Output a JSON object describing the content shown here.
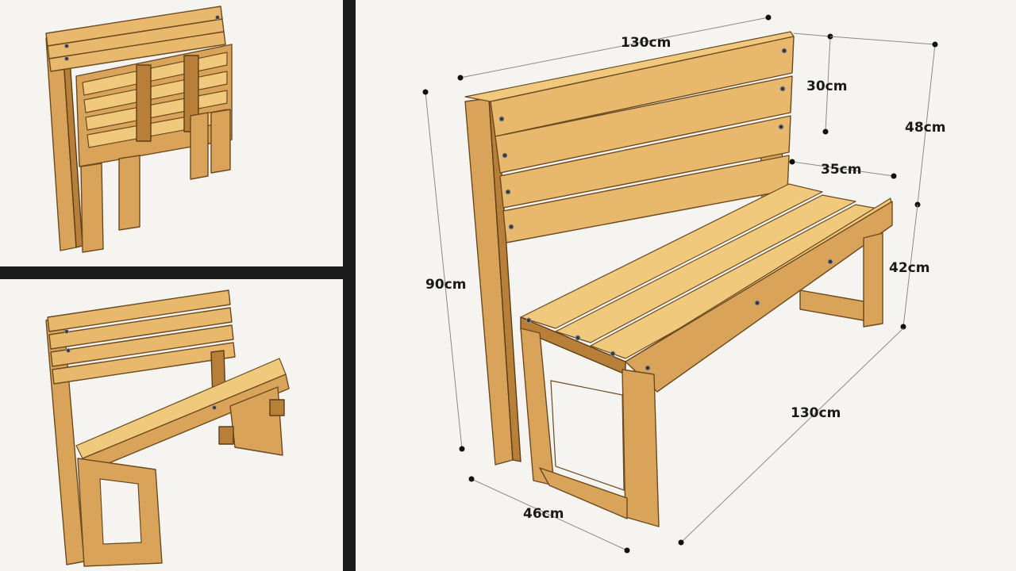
{
  "dimensions": {
    "backrest_width": "130cm",
    "backrest_height": "30cm",
    "back_total_height": "48cm",
    "slat_width": "35cm",
    "seat_height": "42cm",
    "total_height": "90cm",
    "seat_length": "130cm",
    "depth": "46cm"
  },
  "colors": {
    "background": "#f6f4f0",
    "divider": "#1b1b1b",
    "wood": "#d9a45a",
    "wood_dark": "#b87f38",
    "wood_light": "#f0c97d",
    "dimension_text": "#1a1a1a"
  }
}
